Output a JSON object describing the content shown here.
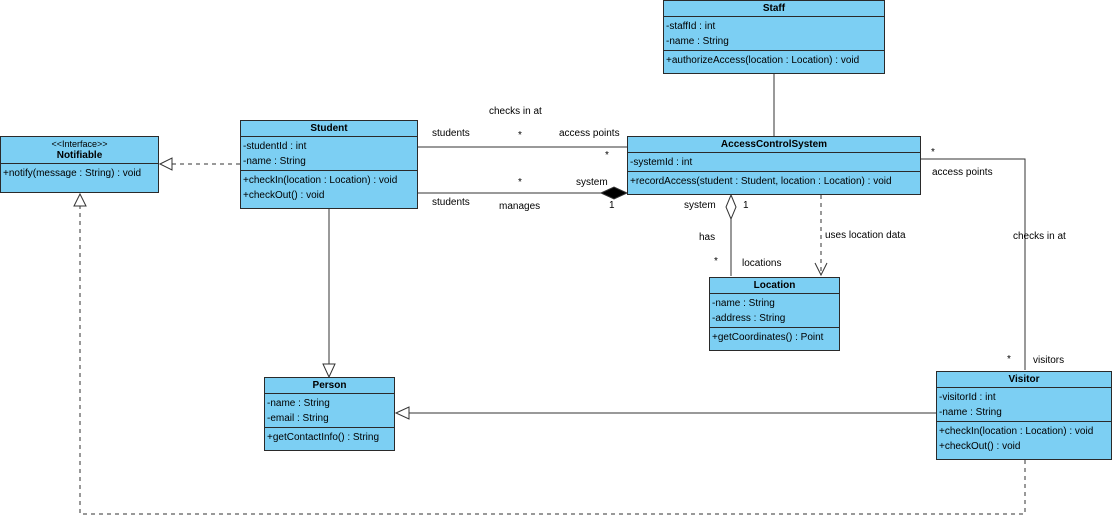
{
  "classes": {
    "staff": {
      "name": "Staff",
      "attributes": [
        "-staffId : int",
        "-name : String"
      ],
      "operations": [
        "+authorizeAccess(location : Location) : void"
      ]
    },
    "notifiable": {
      "stereotype": "<<Interface>>",
      "name": "Notifiable",
      "operations": [
        "+notify(message : String) : void"
      ]
    },
    "student": {
      "name": "Student",
      "attributes": [
        "-studentId : int",
        "-name : String"
      ],
      "operations": [
        "+checkIn(location : Location) : void",
        "+checkOut() : void"
      ]
    },
    "access_control_system": {
      "name": "AccessControlSystem",
      "attributes": [
        "-systemId : int"
      ],
      "operations": [
        "+recordAccess(student : Student, location : Location) : void"
      ]
    },
    "location": {
      "name": "Location",
      "attributes": [
        "-name : String",
        "-address : String"
      ],
      "operations": [
        "+getCoordinates() : Point"
      ]
    },
    "person": {
      "name": "Person",
      "attributes": [
        "-name : String",
        "-email : String"
      ],
      "operations": [
        "+getContactInfo() : String"
      ]
    },
    "visitor": {
      "name": "Visitor",
      "attributes": [
        "-visitorId : int",
        "-name : String"
      ],
      "operations": [
        "+checkIn(location : Location) : void",
        "+checkOut() : void"
      ]
    }
  },
  "labels": {
    "checks_in_at_top": "checks in at",
    "students_top": "students",
    "star_top_mid": "*",
    "access_points_top": "access points",
    "star_top_right": "*",
    "star_mid": "*",
    "system_left": "system",
    "students_bottom": "students",
    "manages": "manages",
    "one_left": "1",
    "system_mid": "system",
    "one_mid": "1",
    "has": "has",
    "star_has": "*",
    "locations": "locations",
    "uses_location_data": "uses location data",
    "star_right": "*",
    "access_points_right": "access points",
    "checks_in_at_right": "checks in at",
    "star_visitor": "*",
    "visitors": "visitors"
  }
}
